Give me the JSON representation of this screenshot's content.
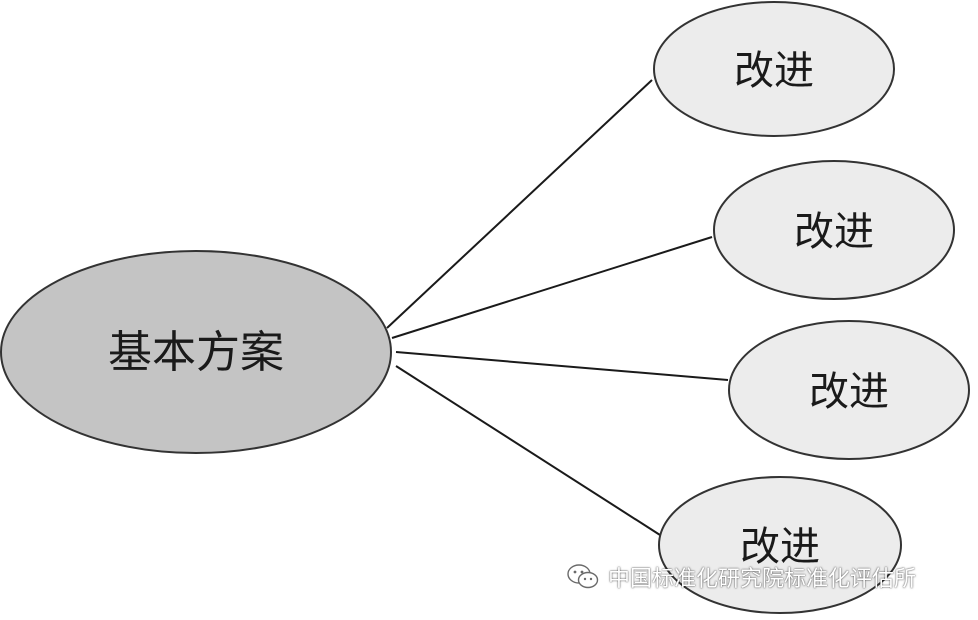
{
  "diagram": {
    "root": {
      "label": "基本方案"
    },
    "children": [
      {
        "label": "改进"
      },
      {
        "label": "改进"
      },
      {
        "label": "改进"
      },
      {
        "label": "改进"
      }
    ]
  },
  "watermark": {
    "text": "中国标准化研究院标准化评估所",
    "icon": "wechat-icon"
  },
  "colors": {
    "root_fill": "#c4c4c4",
    "child_fill": "#ececec",
    "stroke": "#333333"
  }
}
